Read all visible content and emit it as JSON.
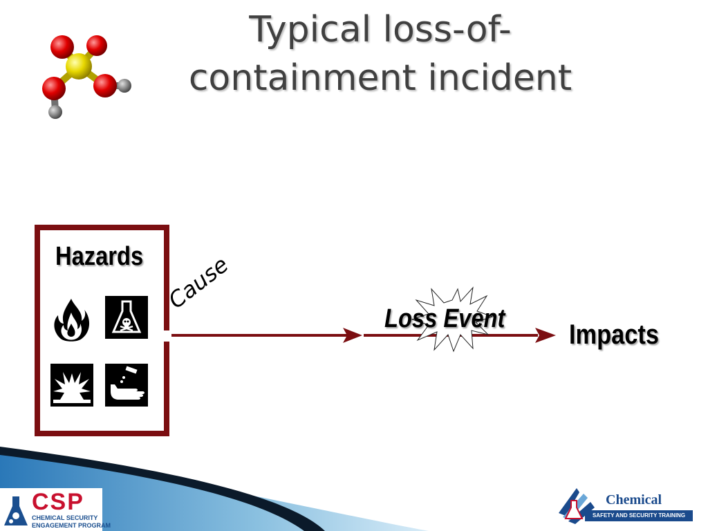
{
  "title": {
    "line1": "Typical loss-of-",
    "line2": "containment incident"
  },
  "diagram": {
    "hazards_label": "Hazards",
    "cause_label": "Cause",
    "loss_event_label": "Loss Event",
    "impacts_label": "Impacts",
    "hazard_icons": [
      "flammable-icon",
      "toxic-icon",
      "explosive-icon",
      "corrosive-icon"
    ]
  },
  "footer": {
    "csp_logo": {
      "letters": "CSP",
      "line1": "CHEMICAL SECURITY",
      "line2": "ENGAGEMENT PROGRAM"
    },
    "chemical_logo": {
      "word": "Chemical",
      "tagline": "SAFETY AND SECURITY TRAINING"
    }
  },
  "colors": {
    "accent": "#7b0e11",
    "title": "#404040",
    "csp_red": "#c8102e",
    "csp_blue": "#1b4f8f",
    "chem_blue": "#1a4a8c"
  }
}
